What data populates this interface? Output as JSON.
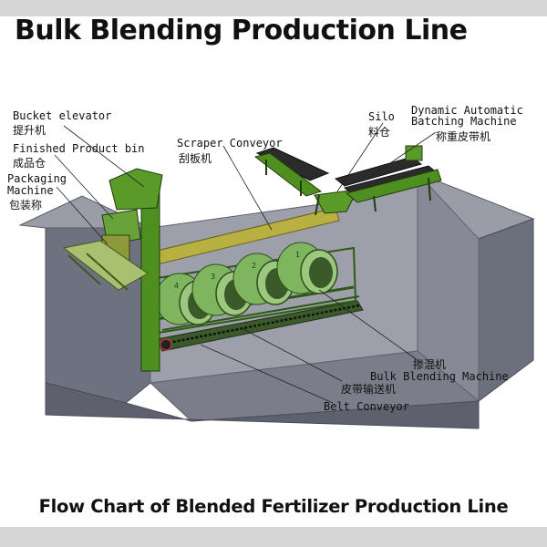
{
  "title": "Bulk Blending Production Line",
  "subtitle": "Flow Chart of Blended Fertilizer Production Line",
  "colors": {
    "machine_green": "#4f8f1f",
    "mixer_green": "#7fb55f",
    "pit_gray": "#8a8d98",
    "belt_dark": "#2b2b2b",
    "conveyor_yellow": "#b9b042"
  },
  "labels": {
    "bucket_elevator": {
      "en": "Bucket elevator",
      "cn": "提升机"
    },
    "finished_bin": {
      "en": "Finished Product bin",
      "cn": "成品仓"
    },
    "packaging": {
      "en1": "Packaging",
      "en2": "Machine",
      "cn": "包装称"
    },
    "scraper": {
      "en": "Scraper Conveyor",
      "cn": "刮板机"
    },
    "silo": {
      "en": "Silo",
      "cn": "料仓"
    },
    "batching": {
      "en1": "Dynamic Automatic",
      "en2": "Batching Machine",
      "cn": "称重皮带机"
    },
    "blending": {
      "cn": "掺混机",
      "en": "Bulk Blending Machine"
    },
    "belt": {
      "cn": "皮带输送机",
      "en": "Belt Conveyor"
    }
  },
  "mixer_numbers": [
    "4",
    "3",
    "2",
    "1"
  ]
}
